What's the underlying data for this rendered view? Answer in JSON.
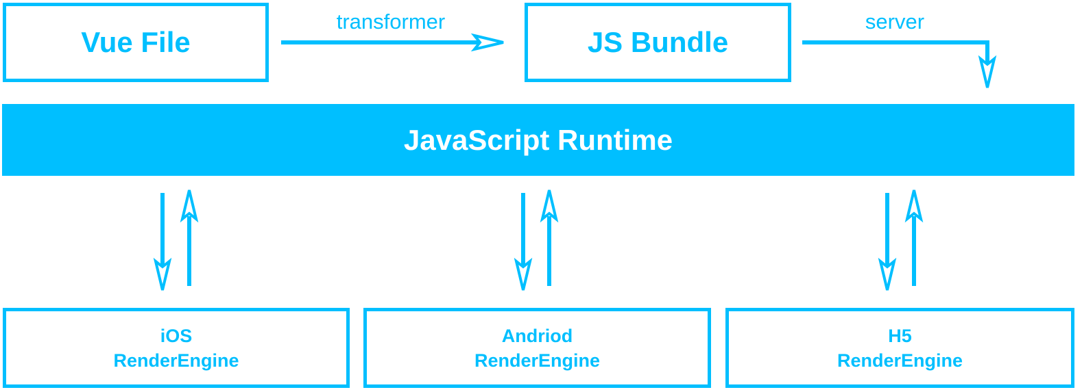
{
  "diagram": {
    "nodes": {
      "vue_file": "Vue File",
      "js_bundle": "JS Bundle",
      "runtime": "JavaScript Runtime",
      "ios": {
        "line1": "iOS",
        "line2": "RenderEngine"
      },
      "android": {
        "line1": "Andriod",
        "line2": "RenderEngine"
      },
      "h5": {
        "line1": "H5",
        "line2": "RenderEngine"
      }
    },
    "edges": {
      "transformer": "transformer",
      "server": "server"
    },
    "colors": {
      "accent": "#00BFFF",
      "runtime_text": "#FFFFFF",
      "background": "#FFFFFF"
    }
  }
}
